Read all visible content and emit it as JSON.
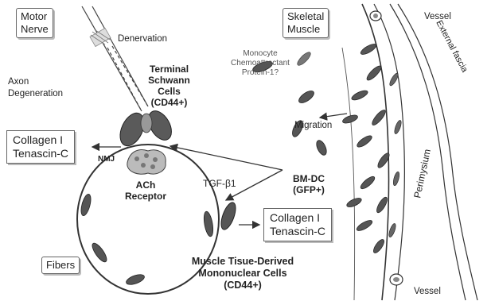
{
  "labels": {
    "motor_nerve": [
      "Motor",
      "Nerve"
    ],
    "denervation": "Denervation",
    "axon_degeneration": [
      "Axon",
      "Degeneration"
    ],
    "terminal_schwann": [
      "Terminal",
      "Schwann",
      "Cells",
      "(CD44+)"
    ],
    "monocyte": [
      "Monocyte",
      "Chemoattractant",
      "Protein-1?"
    ],
    "skeletal_muscle": [
      "Skeletal",
      "Muscle"
    ],
    "vessel_top": "Vessel",
    "external_fascia": "External fascia",
    "collagen_left": [
      "Collagen I",
      "Tenascin-C"
    ],
    "nmj": "NMJ",
    "tgf": "TGF-β1",
    "ach_receptor": [
      "ACh",
      "Receptor"
    ],
    "migration": "Migration",
    "bm_dc": [
      "BM-DC",
      "(GFP+)"
    ],
    "collagen_right": [
      "Collagen I",
      "Tenascin-C"
    ],
    "perimysium": "Perimysium",
    "fibers": "Fibers",
    "muscle_tissue": [
      "Muscle Tisue-Derived",
      "Mononuclear Cells",
      "(CD44+)"
    ],
    "vessel_bottom": "Vessel"
  },
  "colors": {
    "cell_fill": "#555555",
    "outline": "#333333",
    "arrow": "#333333"
  }
}
